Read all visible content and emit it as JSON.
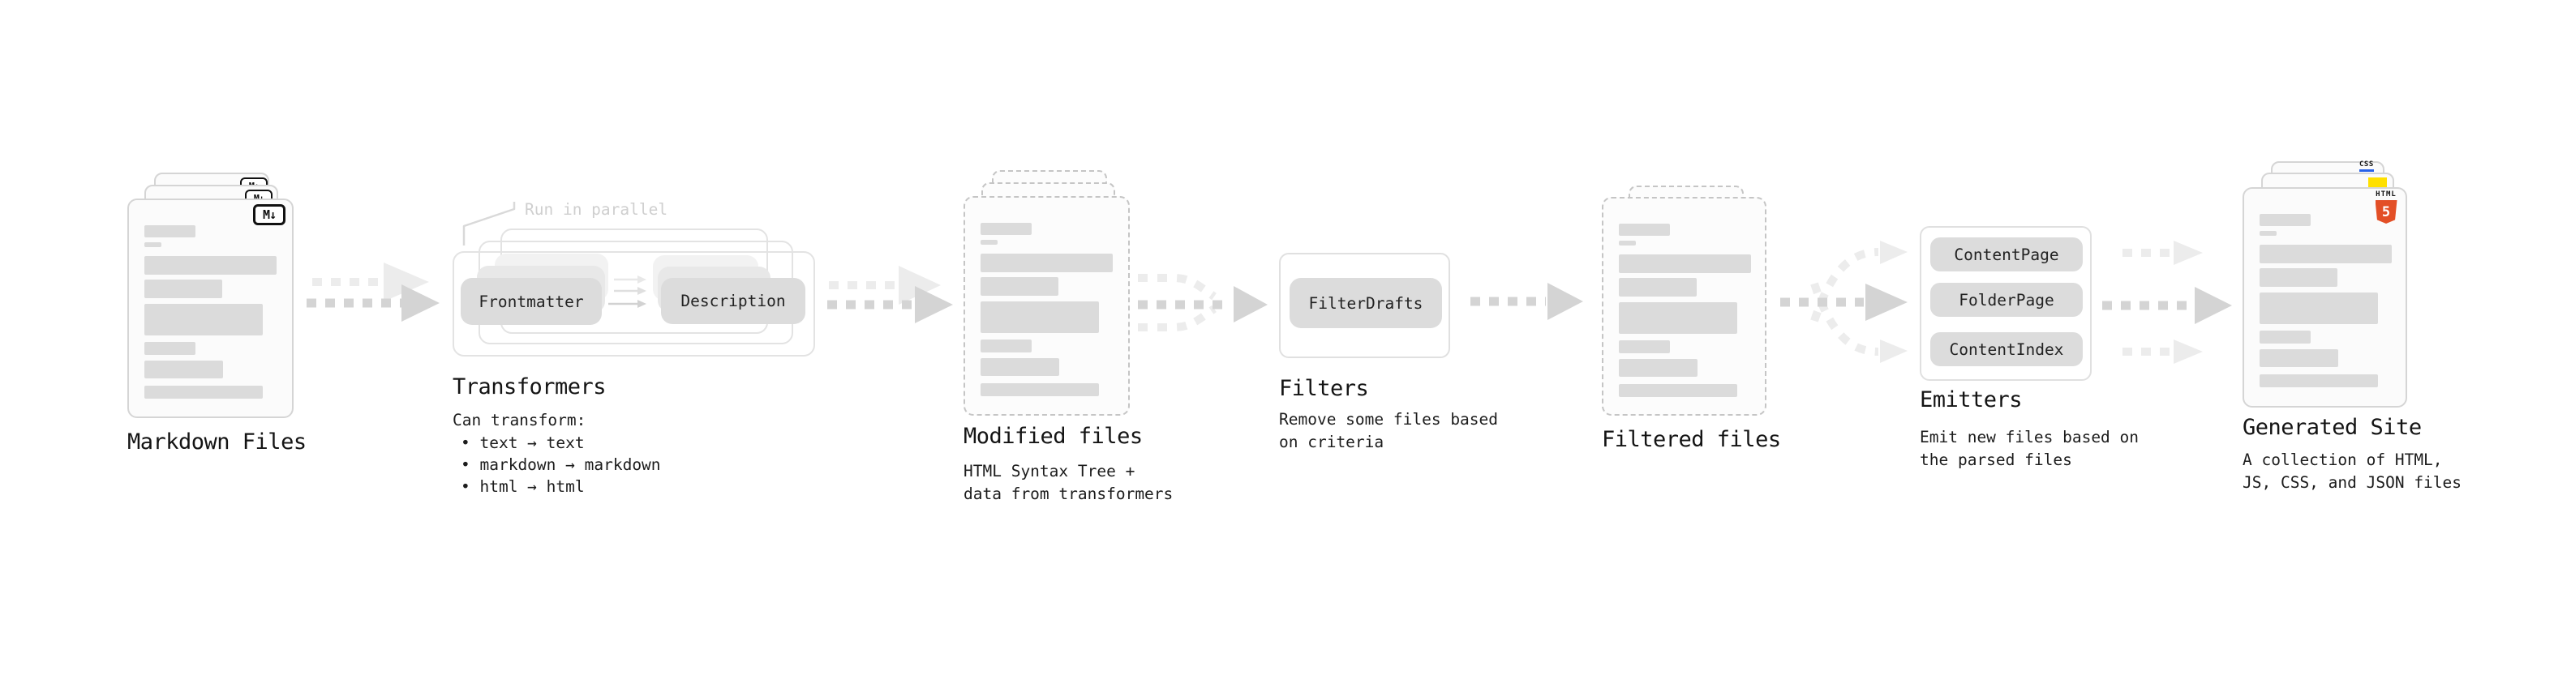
{
  "diagram": {
    "markdown": {
      "label": "Markdown Files"
    },
    "transformers": {
      "label": "Transformers",
      "callout": "Run in parallel",
      "pill_left": "Frontmatter",
      "pill_right": "Description",
      "desc_title": "Can transform:",
      "bullets": [
        "• text → text",
        "• markdown → markdown",
        "• html → html"
      ]
    },
    "modified": {
      "label": "Modified files",
      "desc": [
        "HTML Syntax Tree +",
        "data from transformers"
      ]
    },
    "filters": {
      "label": "Filters",
      "pill": "FilterDrafts",
      "desc": [
        "Remove some files based",
        "on criteria"
      ]
    },
    "filtered": {
      "label": "Filtered files"
    },
    "emitters": {
      "label": "Emitters",
      "pills": [
        "ContentPage",
        "FolderPage",
        "ContentIndex"
      ],
      "desc": [
        "Emit new files based on",
        "the parsed files"
      ]
    },
    "generated": {
      "label": "Generated Site",
      "desc": [
        "A collection of HTML,",
        "JS, CSS, and JSON files"
      ],
      "badge_css": "CSS",
      "badge_html_text": "HTML",
      "badge_html5_number": "5"
    }
  },
  "icons": {
    "markdown_glyph": "M↓"
  },
  "colors": {
    "html5_orange": "#e34f26",
    "js_yellow": "#ffe000",
    "css_blue": "#2862e9",
    "card_border": "#d5d5d5",
    "dashed_border": "#c5c5c5",
    "bar_gray": "#dbdbdb",
    "arrow_dark": "#d4d4d4",
    "arrow_light": "#ececec"
  }
}
